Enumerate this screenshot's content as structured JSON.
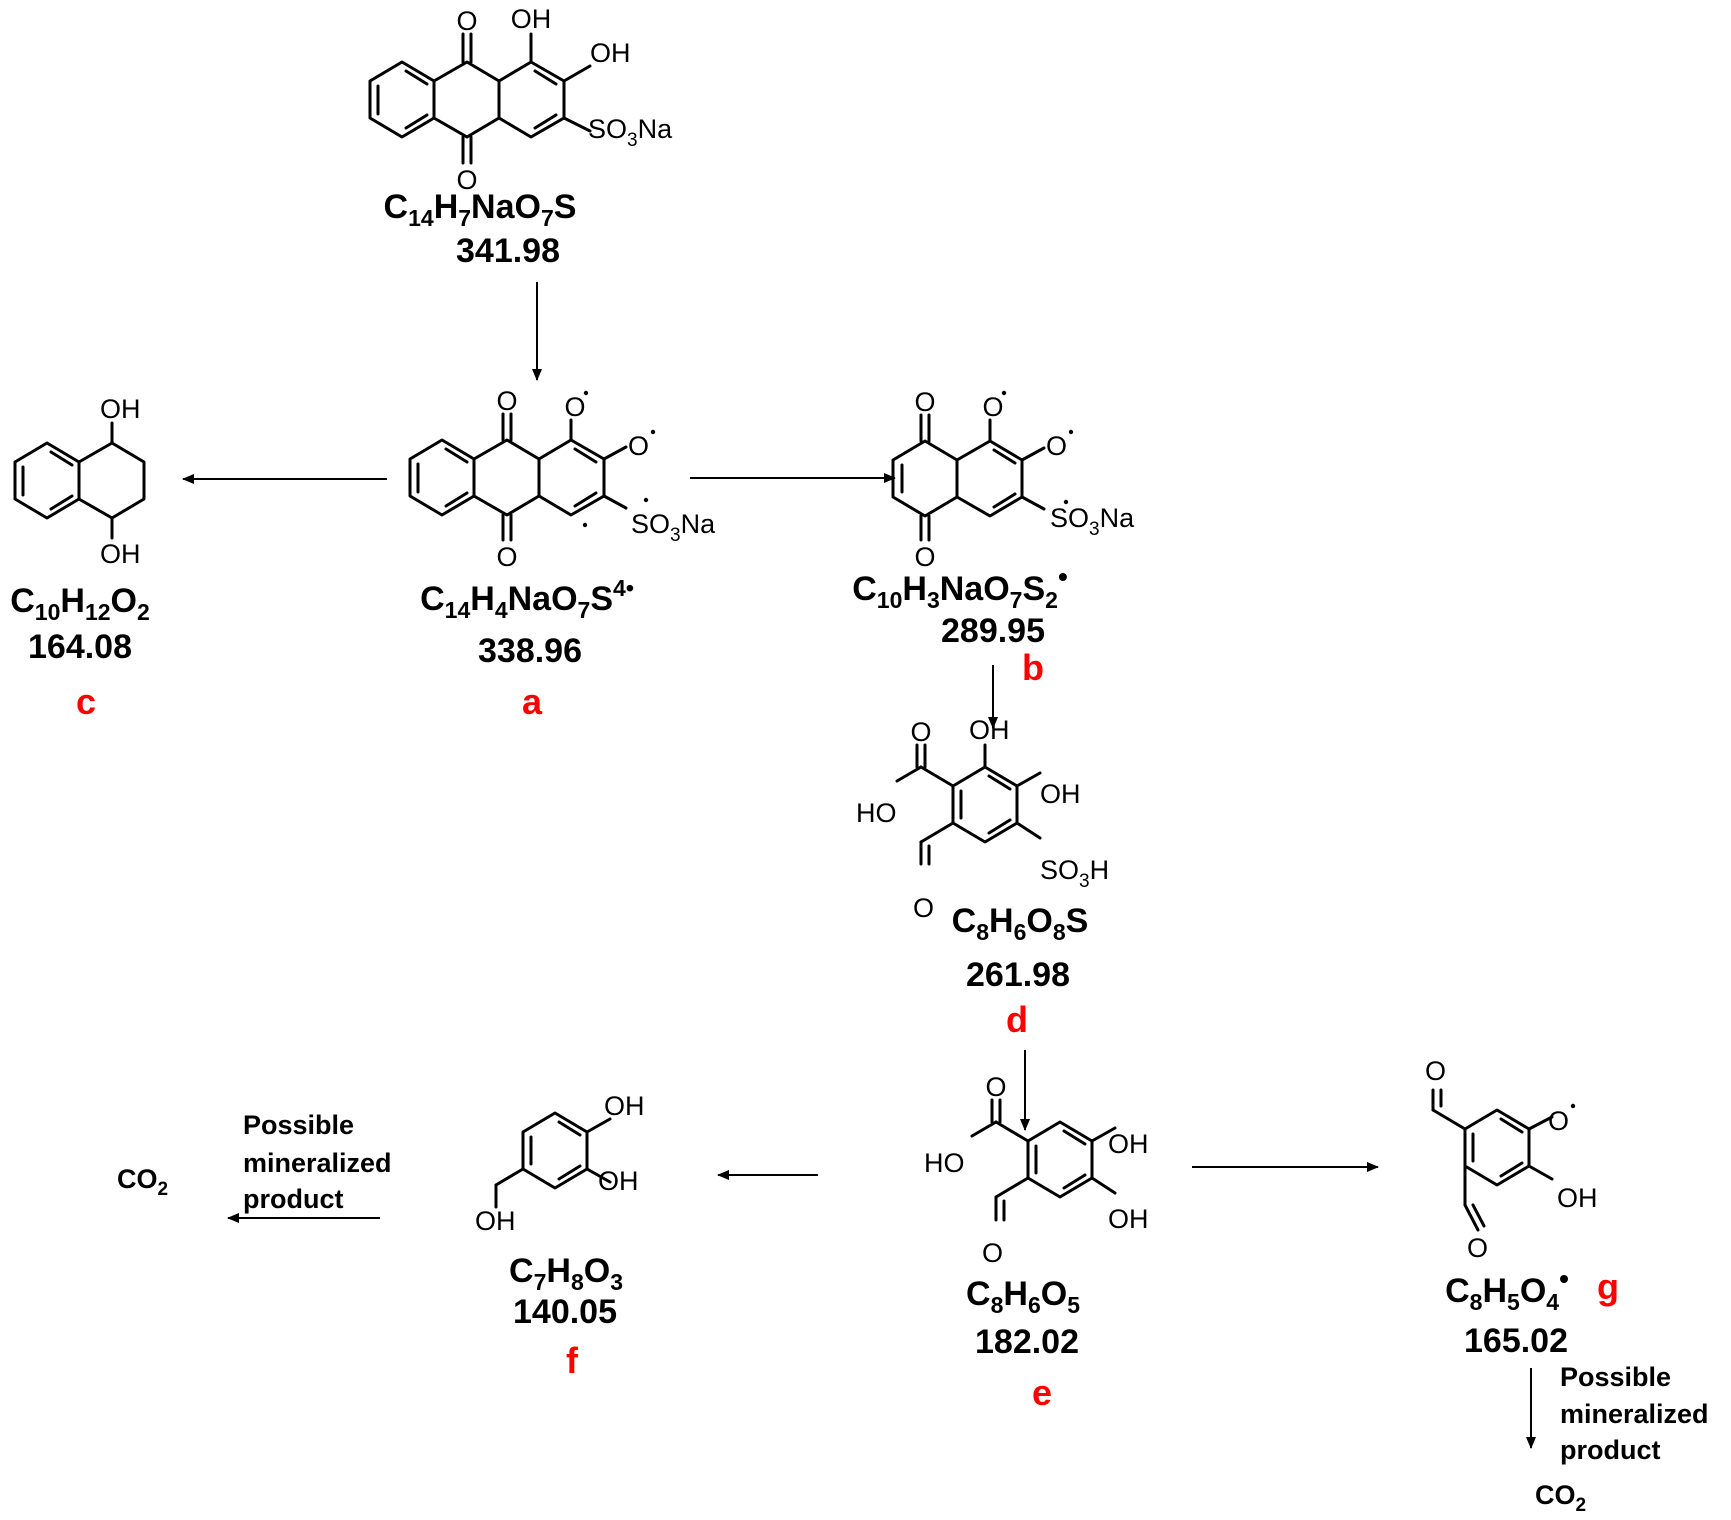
{
  "colors": {
    "label": "#ff0000",
    "ink": "#000000"
  },
  "compounds": [
    {
      "id": "parent",
      "formula_html": "C<tspan class='sub'>14</tspan>H<tspan class='sub'>7</tspan>NaO<tspan class='sub'>7</tspan>S",
      "formula": [
        "C",
        "14",
        "H",
        "7",
        "NaO",
        "7",
        "S"
      ],
      "mass": "341.98",
      "label": ""
    },
    {
      "id": "a",
      "formula": [
        "C",
        "14",
        "H",
        "4",
        "NaO",
        "7",
        "S",
        "4•"
      ],
      "mass": "338.96",
      "label": "a"
    },
    {
      "id": "b",
      "formula": [
        "C",
        "10",
        "H",
        "3",
        "NaO",
        "7",
        "S",
        "2",
        "•"
      ],
      "mass": "289.95",
      "label": "b"
    },
    {
      "id": "c",
      "formula": [
        "C",
        "10",
        "H",
        "12",
        "O",
        "2"
      ],
      "mass": "164.08",
      "label": "c"
    },
    {
      "id": "d",
      "formula": [
        "C",
        "8",
        "H",
        "6",
        "O",
        "8",
        "S"
      ],
      "mass": "261.98",
      "label": "d"
    },
    {
      "id": "e",
      "formula": [
        "C",
        "8",
        "H",
        "6",
        "O",
        "5"
      ],
      "mass": "182.02",
      "label": "e"
    },
    {
      "id": "f",
      "formula": [
        "C",
        "7",
        "H",
        "8",
        "O",
        "3"
      ],
      "mass": "140.05",
      "label": "f"
    },
    {
      "id": "g",
      "formula": [
        "C",
        "8",
        "H",
        "5",
        "O",
        "4",
        "•"
      ],
      "mass": "165.02",
      "label": "g"
    }
  ],
  "atoms": {
    "O": "O",
    "OH": "OH",
    "HO": "HO",
    "SO3Na": "SO3Na",
    "SO3H": "SO3H",
    "O_rad": "O"
  },
  "notes": {
    "mineral_left_1": "Possible",
    "mineral_left_2": "mineralized",
    "mineral_left_3": "product",
    "mineral_right_1": "Possible",
    "mineral_right_2": "mineralized",
    "mineral_right_3": "product",
    "co2_left": "CO2",
    "co2_right": "CO2"
  }
}
